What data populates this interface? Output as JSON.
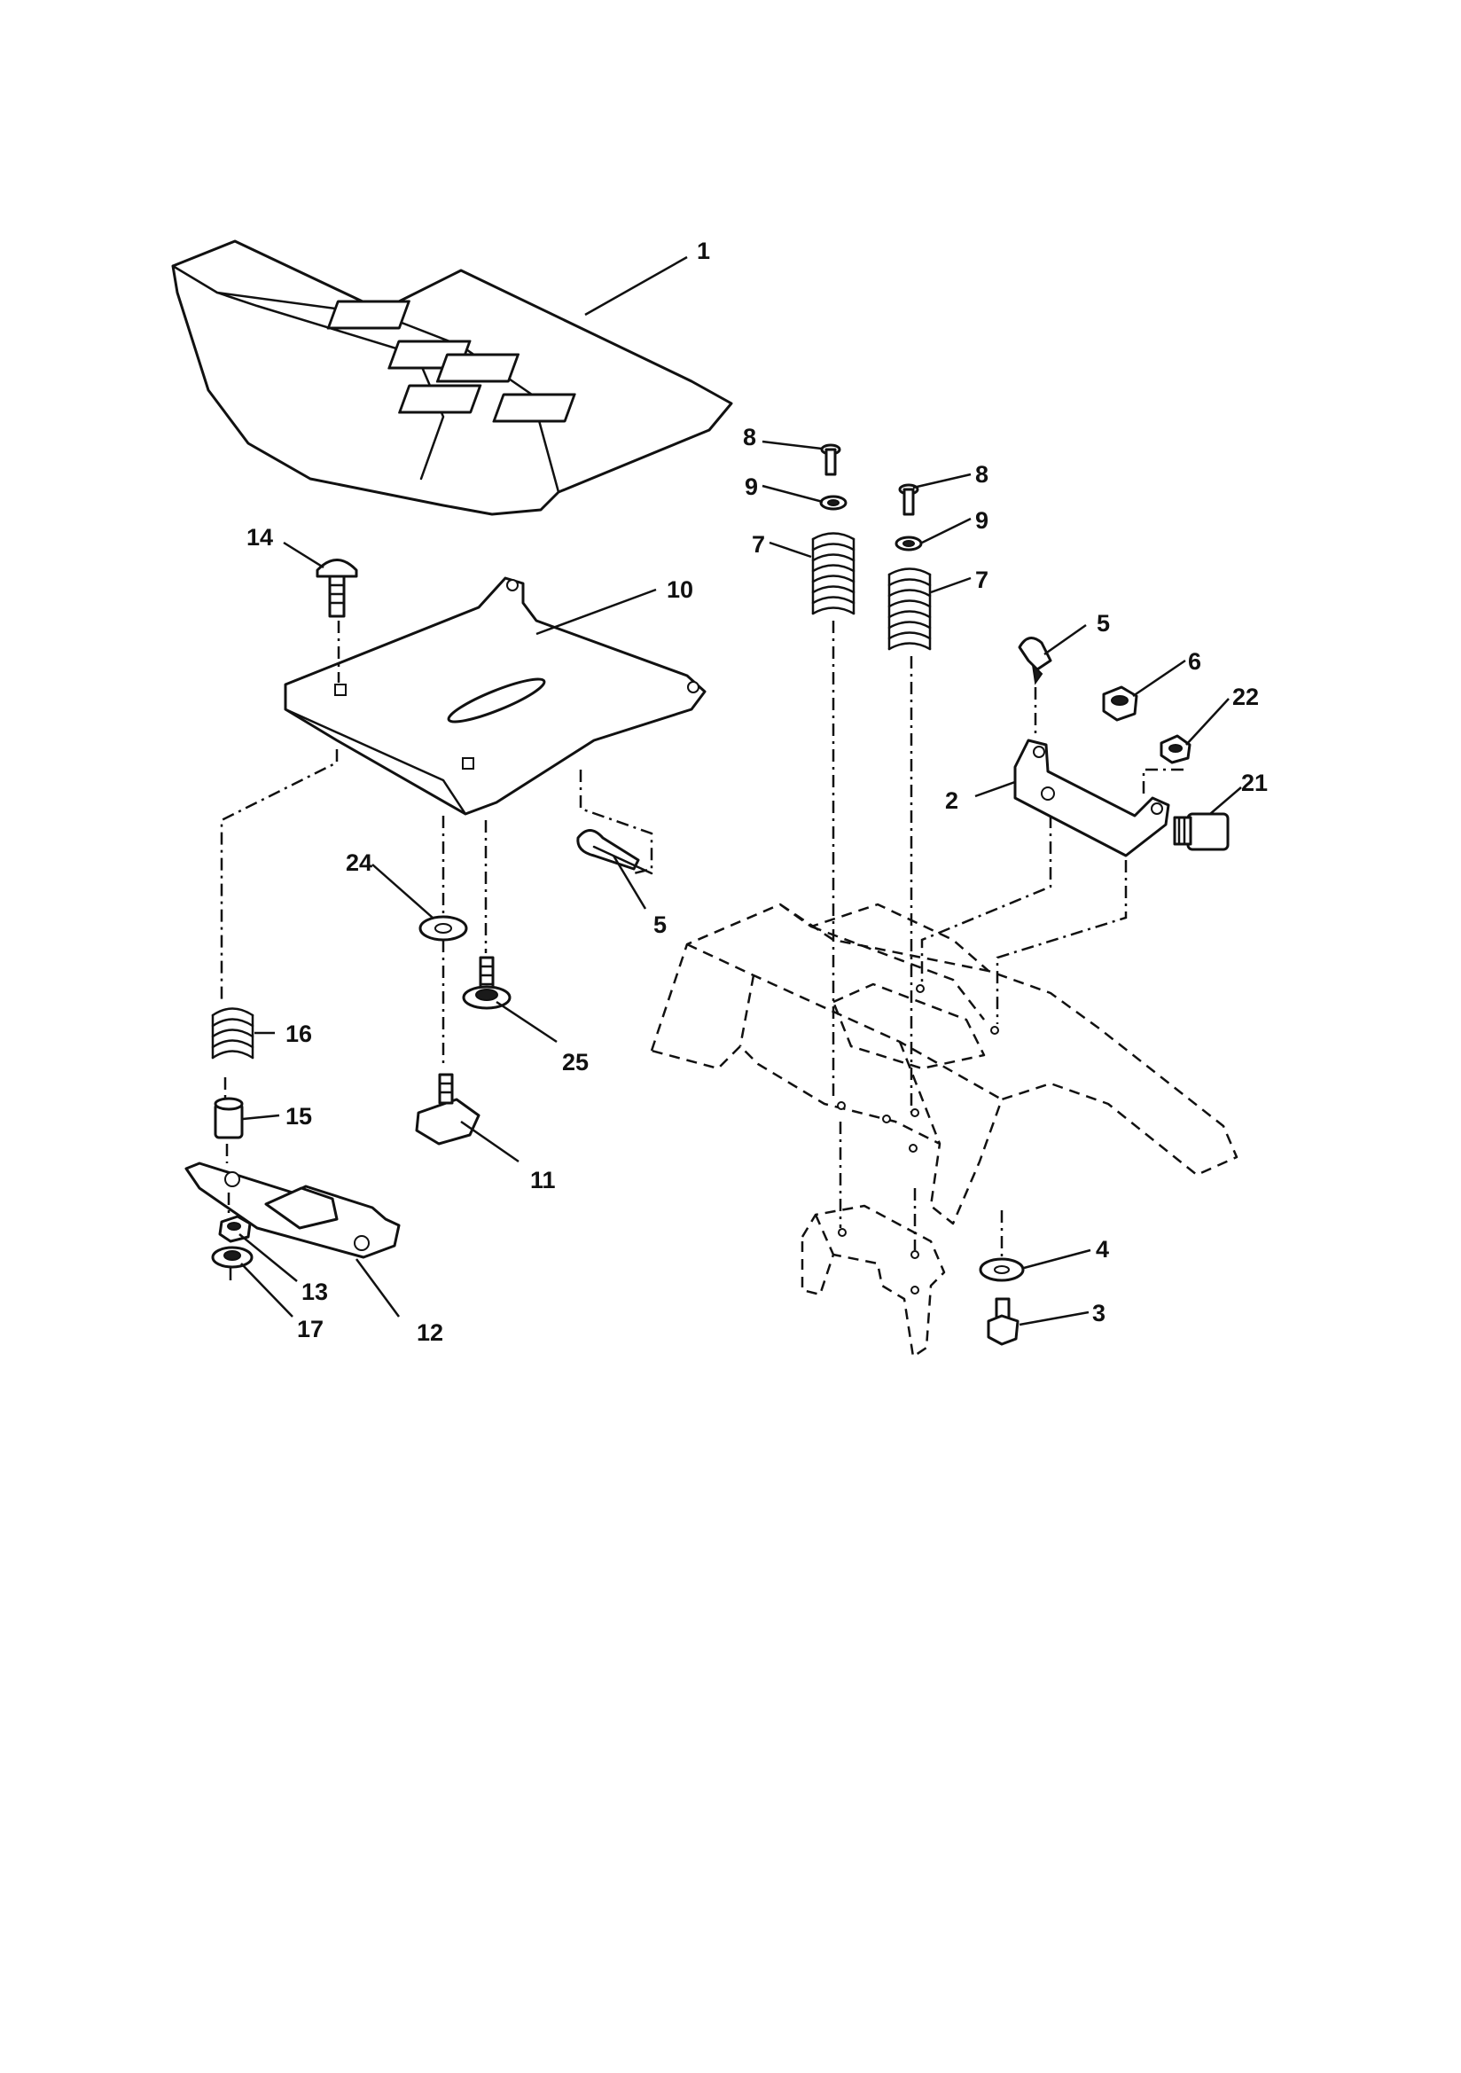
{
  "diagram": {
    "type": "exploded-parts-view",
    "callouts": [
      "1",
      "2",
      "3",
      "4",
      "5",
      "5",
      "6",
      "7",
      "7",
      "8",
      "8",
      "9",
      "9",
      "10",
      "11",
      "12",
      "13",
      "14",
      "15",
      "16",
      "17",
      "21",
      "22",
      "24",
      "25"
    ]
  },
  "colors": {
    "line": "#111111",
    "background": "#ffffff"
  }
}
